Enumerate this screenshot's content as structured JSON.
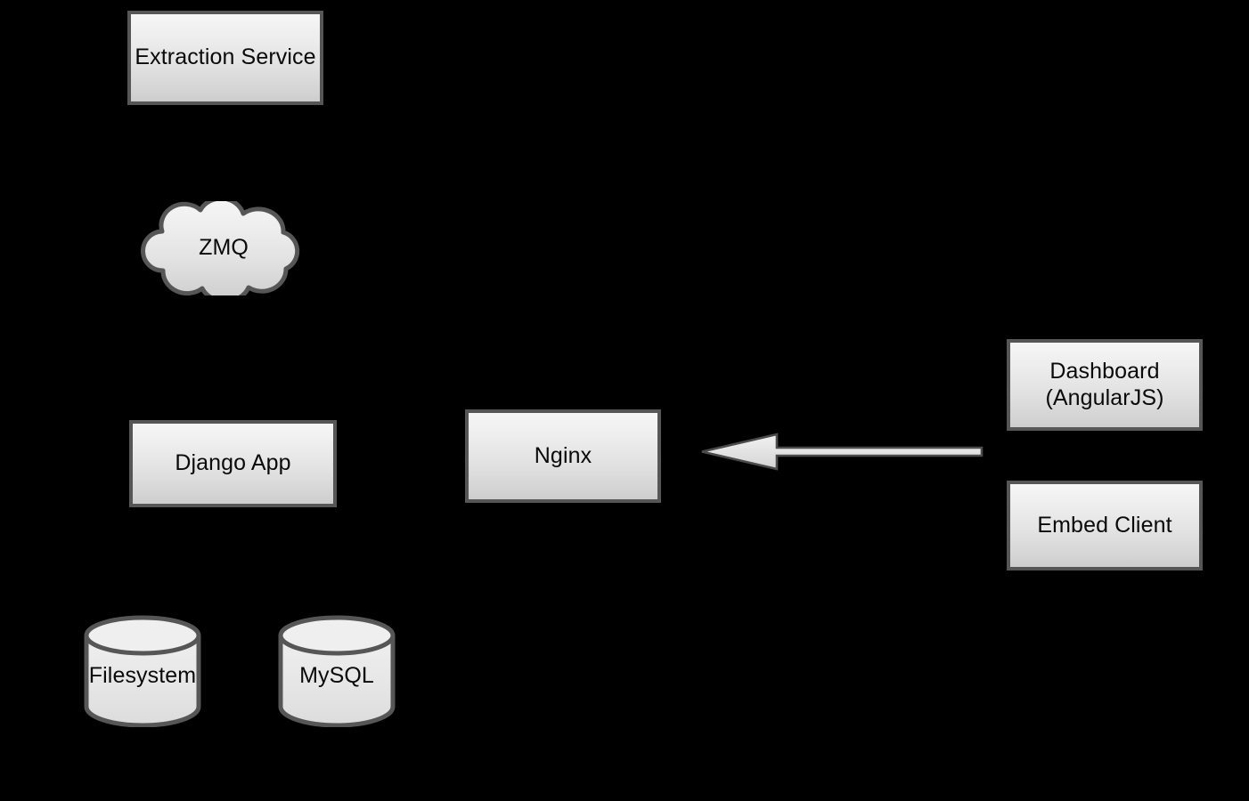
{
  "diagram": {
    "background_color": "#000000",
    "node_fill_top": "#f6f6f6",
    "node_fill_bottom": "#cdcdcd",
    "node_stroke": "#565656",
    "label_color": "#0a0a0a",
    "nodes": [
      {
        "id": "extraction-service",
        "label": "Extraction Service",
        "shape": "rectangle"
      },
      {
        "id": "zmq",
        "label": "ZMQ",
        "shape": "cloud"
      },
      {
        "id": "django-app",
        "label": "Django App",
        "shape": "rectangle"
      },
      {
        "id": "nginx",
        "label": "Nginx",
        "shape": "rectangle"
      },
      {
        "id": "dashboard",
        "label": "Dashboard\n(AngularJS)",
        "shape": "rectangle"
      },
      {
        "id": "embed-client",
        "label": "Embed Client",
        "shape": "rectangle"
      },
      {
        "id": "filesystem",
        "label": "Filesystem",
        "shape": "cylinder"
      },
      {
        "id": "mysql",
        "label": "MySQL",
        "shape": "cylinder"
      }
    ],
    "edges": [
      {
        "id": "client-to-nginx",
        "from": "dashboard",
        "to": "nginx",
        "direction": "left",
        "style": "solid-filled-arrowhead"
      }
    ]
  }
}
